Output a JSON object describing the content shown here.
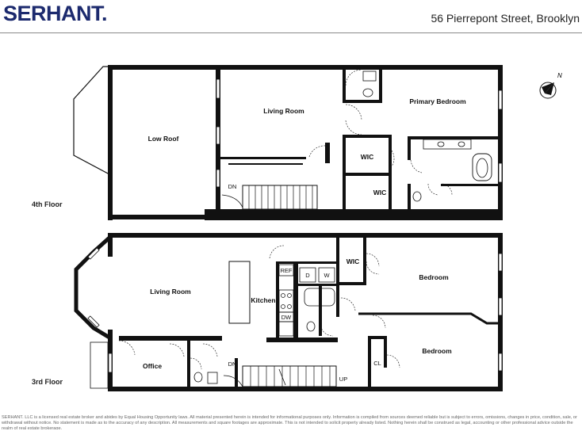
{
  "header": {
    "logo_text": "SERHANT.",
    "address": "56 Pierrepont Street, Brooklyn",
    "brand_color": "#1c2a6e"
  },
  "compass": {
    "label": "N"
  },
  "floors": {
    "fourth": {
      "label": "4th Floor",
      "rooms": {
        "low_roof": "Low Roof",
        "living_room": "Living Room",
        "primary_bedroom": "Primary Bedroom",
        "wic_1": "WIC",
        "wic_2": "WIC",
        "stairs_down": "DN"
      }
    },
    "third": {
      "label": "3rd Floor",
      "rooms": {
        "living_room": "Living Room",
        "kitchen": "Kitchen",
        "office": "Office",
        "wic": "WIC",
        "bedroom_1": "Bedroom",
        "bedroom_2": "Bedroom",
        "closet": "CL",
        "stairs_down": "DN",
        "stairs_up": "UP",
        "ref": "REF",
        "dryer": "D",
        "washer": "W",
        "dishwasher": "DW"
      }
    }
  },
  "disclaimer": "SERHANT. LLC is a licensed real estate broker and abides by Equal Housing Opportunity laws. All material presented herein is intended for informational purposes only. Information is compiled from sources deemed reliable but is subject to errors, omissions, changes in price, condition, sale, or withdrawal without notice. No statement is made as to the accuracy of any description. All measurements and square footages are approximate. This is not intended to solicit property already listed. Nothing herein shall be construed as legal, accounting or other professional advice outside the realm of real estate brokerage."
}
